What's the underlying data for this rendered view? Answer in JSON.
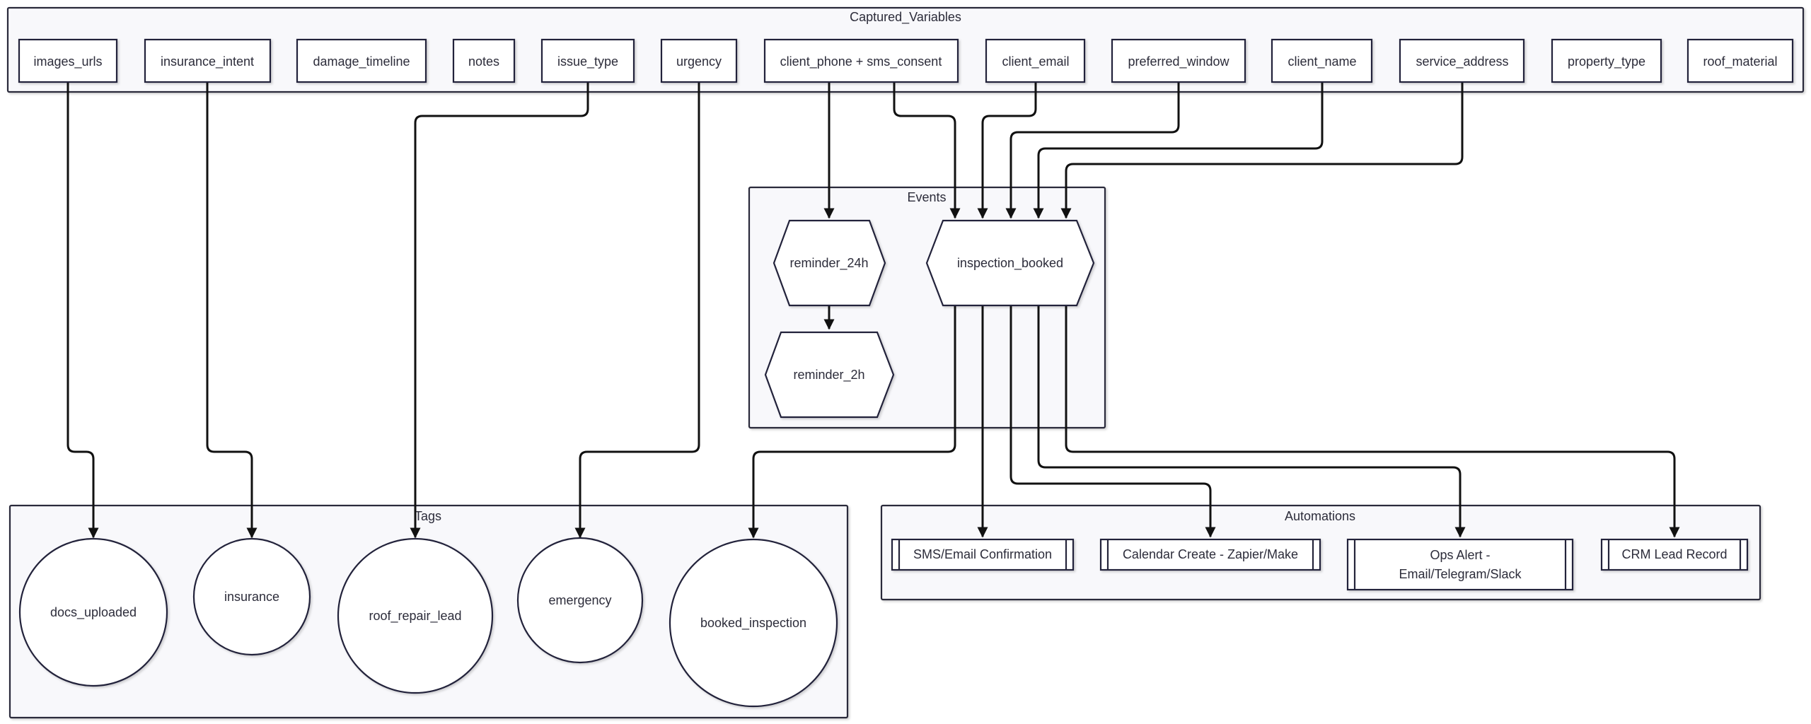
{
  "clusters": {
    "captured": "Captured_Variables",
    "events": "Events",
    "tags": "Tags",
    "automations": "Automations"
  },
  "variables": {
    "images_urls": "images_urls",
    "insurance_intent": "insurance_intent",
    "damage_timeline": "damage_timeline",
    "notes": "notes",
    "issue_type": "issue_type",
    "urgency": "urgency",
    "client_phone": "client_phone + sms_consent",
    "client_email": "client_email",
    "preferred_window": "preferred_window",
    "client_name": "client_name",
    "service_address": "service_address",
    "property_type": "property_type",
    "roof_material": "roof_material"
  },
  "events": {
    "reminder_24h": "reminder_24h",
    "reminder_2h": "reminder_2h",
    "inspection_booked": "inspection_booked"
  },
  "tags": {
    "docs_uploaded": "docs_uploaded",
    "insurance": "insurance",
    "roof_repair_lead": "roof_repair_lead",
    "emergency": "emergency",
    "booked_inspection": "booked_inspection"
  },
  "automations": {
    "sms_email": "SMS/Email Confirmation",
    "calendar": "Calendar Create - Zapier/Make",
    "ops_alert_line1": "Ops Alert -",
    "ops_alert_line2": "Email/Telegram/Slack",
    "crm": "CRM Lead Record"
  },
  "colors": {
    "cluster_fill": "#f8f8fb",
    "border": "#24243a",
    "edge": "#111111"
  }
}
